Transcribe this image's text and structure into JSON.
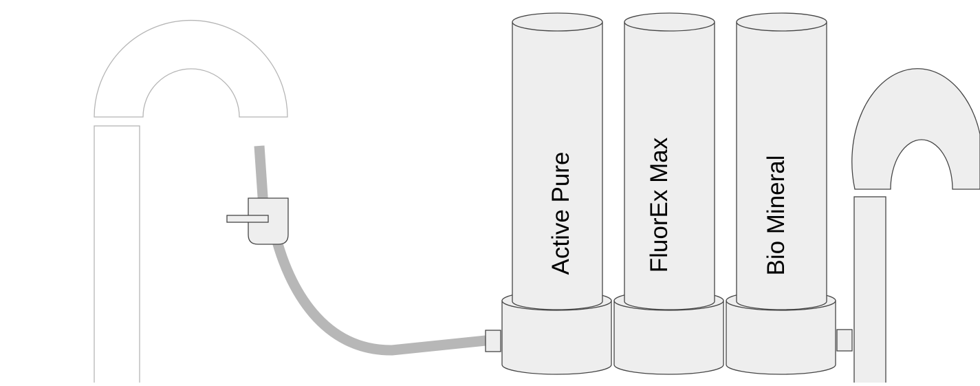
{
  "diagram": {
    "filters": [
      {
        "label": "Active Pure"
      },
      {
        "label": "FluorEx Max"
      },
      {
        "label": "Bio Mineral"
      }
    ],
    "colors": {
      "background": "#ffffff",
      "cartridge_fill": "#eeeeee",
      "cartridge_stroke": "#444444",
      "faucet_stroke": "#b5b5b5",
      "hose": "#b7b7b7",
      "text": "#000000"
    }
  }
}
